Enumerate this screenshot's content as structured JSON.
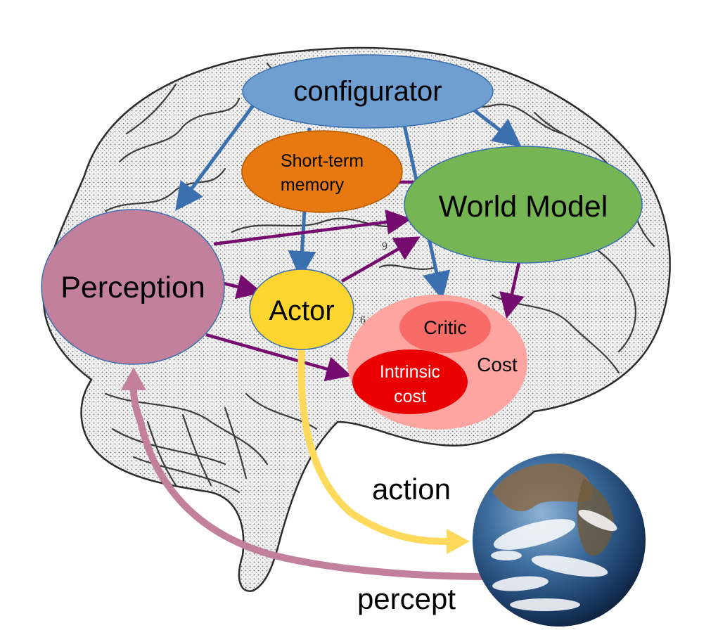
{
  "nodes": {
    "configurator": {
      "label": "configurator",
      "color": "#6f9fd0"
    },
    "short_term_memory": {
      "line1": "Short-term",
      "line2": "memory",
      "color": "#e87910"
    },
    "world_model": {
      "label": "World Model",
      "color": "#76b553"
    },
    "perception": {
      "label": "Perception",
      "color": "#c2809d"
    },
    "actor": {
      "label": "Actor",
      "color": "#fed42e"
    },
    "cost": {
      "label": "Cost",
      "color": "#fea5a1"
    },
    "critic": {
      "label": "Critic",
      "color": "#f86b67"
    },
    "intrinsic_cost": {
      "line1": "Intrinsic",
      "line2": "cost",
      "color": "#ea0000"
    }
  },
  "flows": {
    "action": {
      "label": "action",
      "color": "#fed95c"
    },
    "percept": {
      "label": "percept",
      "color": "#c2809d"
    }
  },
  "colors": {
    "config_arrow": "#3a6fb0",
    "internal_arrow": "#750b6e",
    "brain_fill": "#e9e9e9",
    "brain_stroke": "#2b2b2b"
  },
  "icons": {
    "background": "brain-illustration",
    "world": "earth-globe"
  }
}
